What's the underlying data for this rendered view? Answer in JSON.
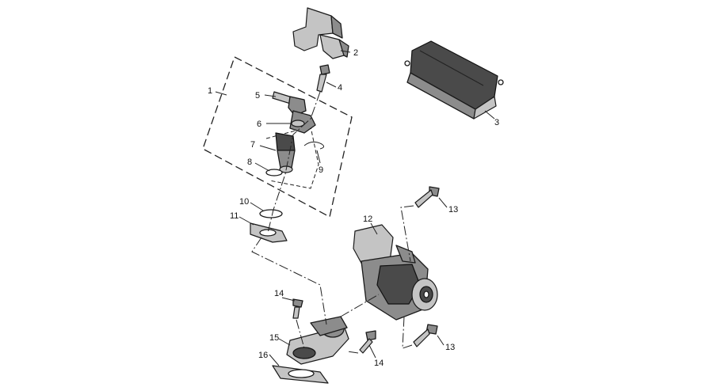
{
  "callouts": [
    {
      "id": "1",
      "label": "1"
    },
    {
      "id": "2",
      "label": "2"
    },
    {
      "id": "3",
      "label": "3"
    },
    {
      "id": "4",
      "label": "4"
    },
    {
      "id": "5",
      "label": "5"
    },
    {
      "id": "6",
      "label": "6"
    },
    {
      "id": "7",
      "label": "7"
    },
    {
      "id": "8",
      "label": "8"
    },
    {
      "id": "9",
      "label": "9"
    },
    {
      "id": "10",
      "label": "10"
    },
    {
      "id": "11",
      "label": "11"
    },
    {
      "id": "12",
      "label": "12"
    },
    {
      "id": "13a",
      "label": "13"
    },
    {
      "id": "13b",
      "label": "13"
    },
    {
      "id": "14a",
      "label": "14"
    },
    {
      "id": "14b",
      "label": "14"
    },
    {
      "id": "15",
      "label": "15"
    },
    {
      "id": "16",
      "label": "16"
    }
  ]
}
